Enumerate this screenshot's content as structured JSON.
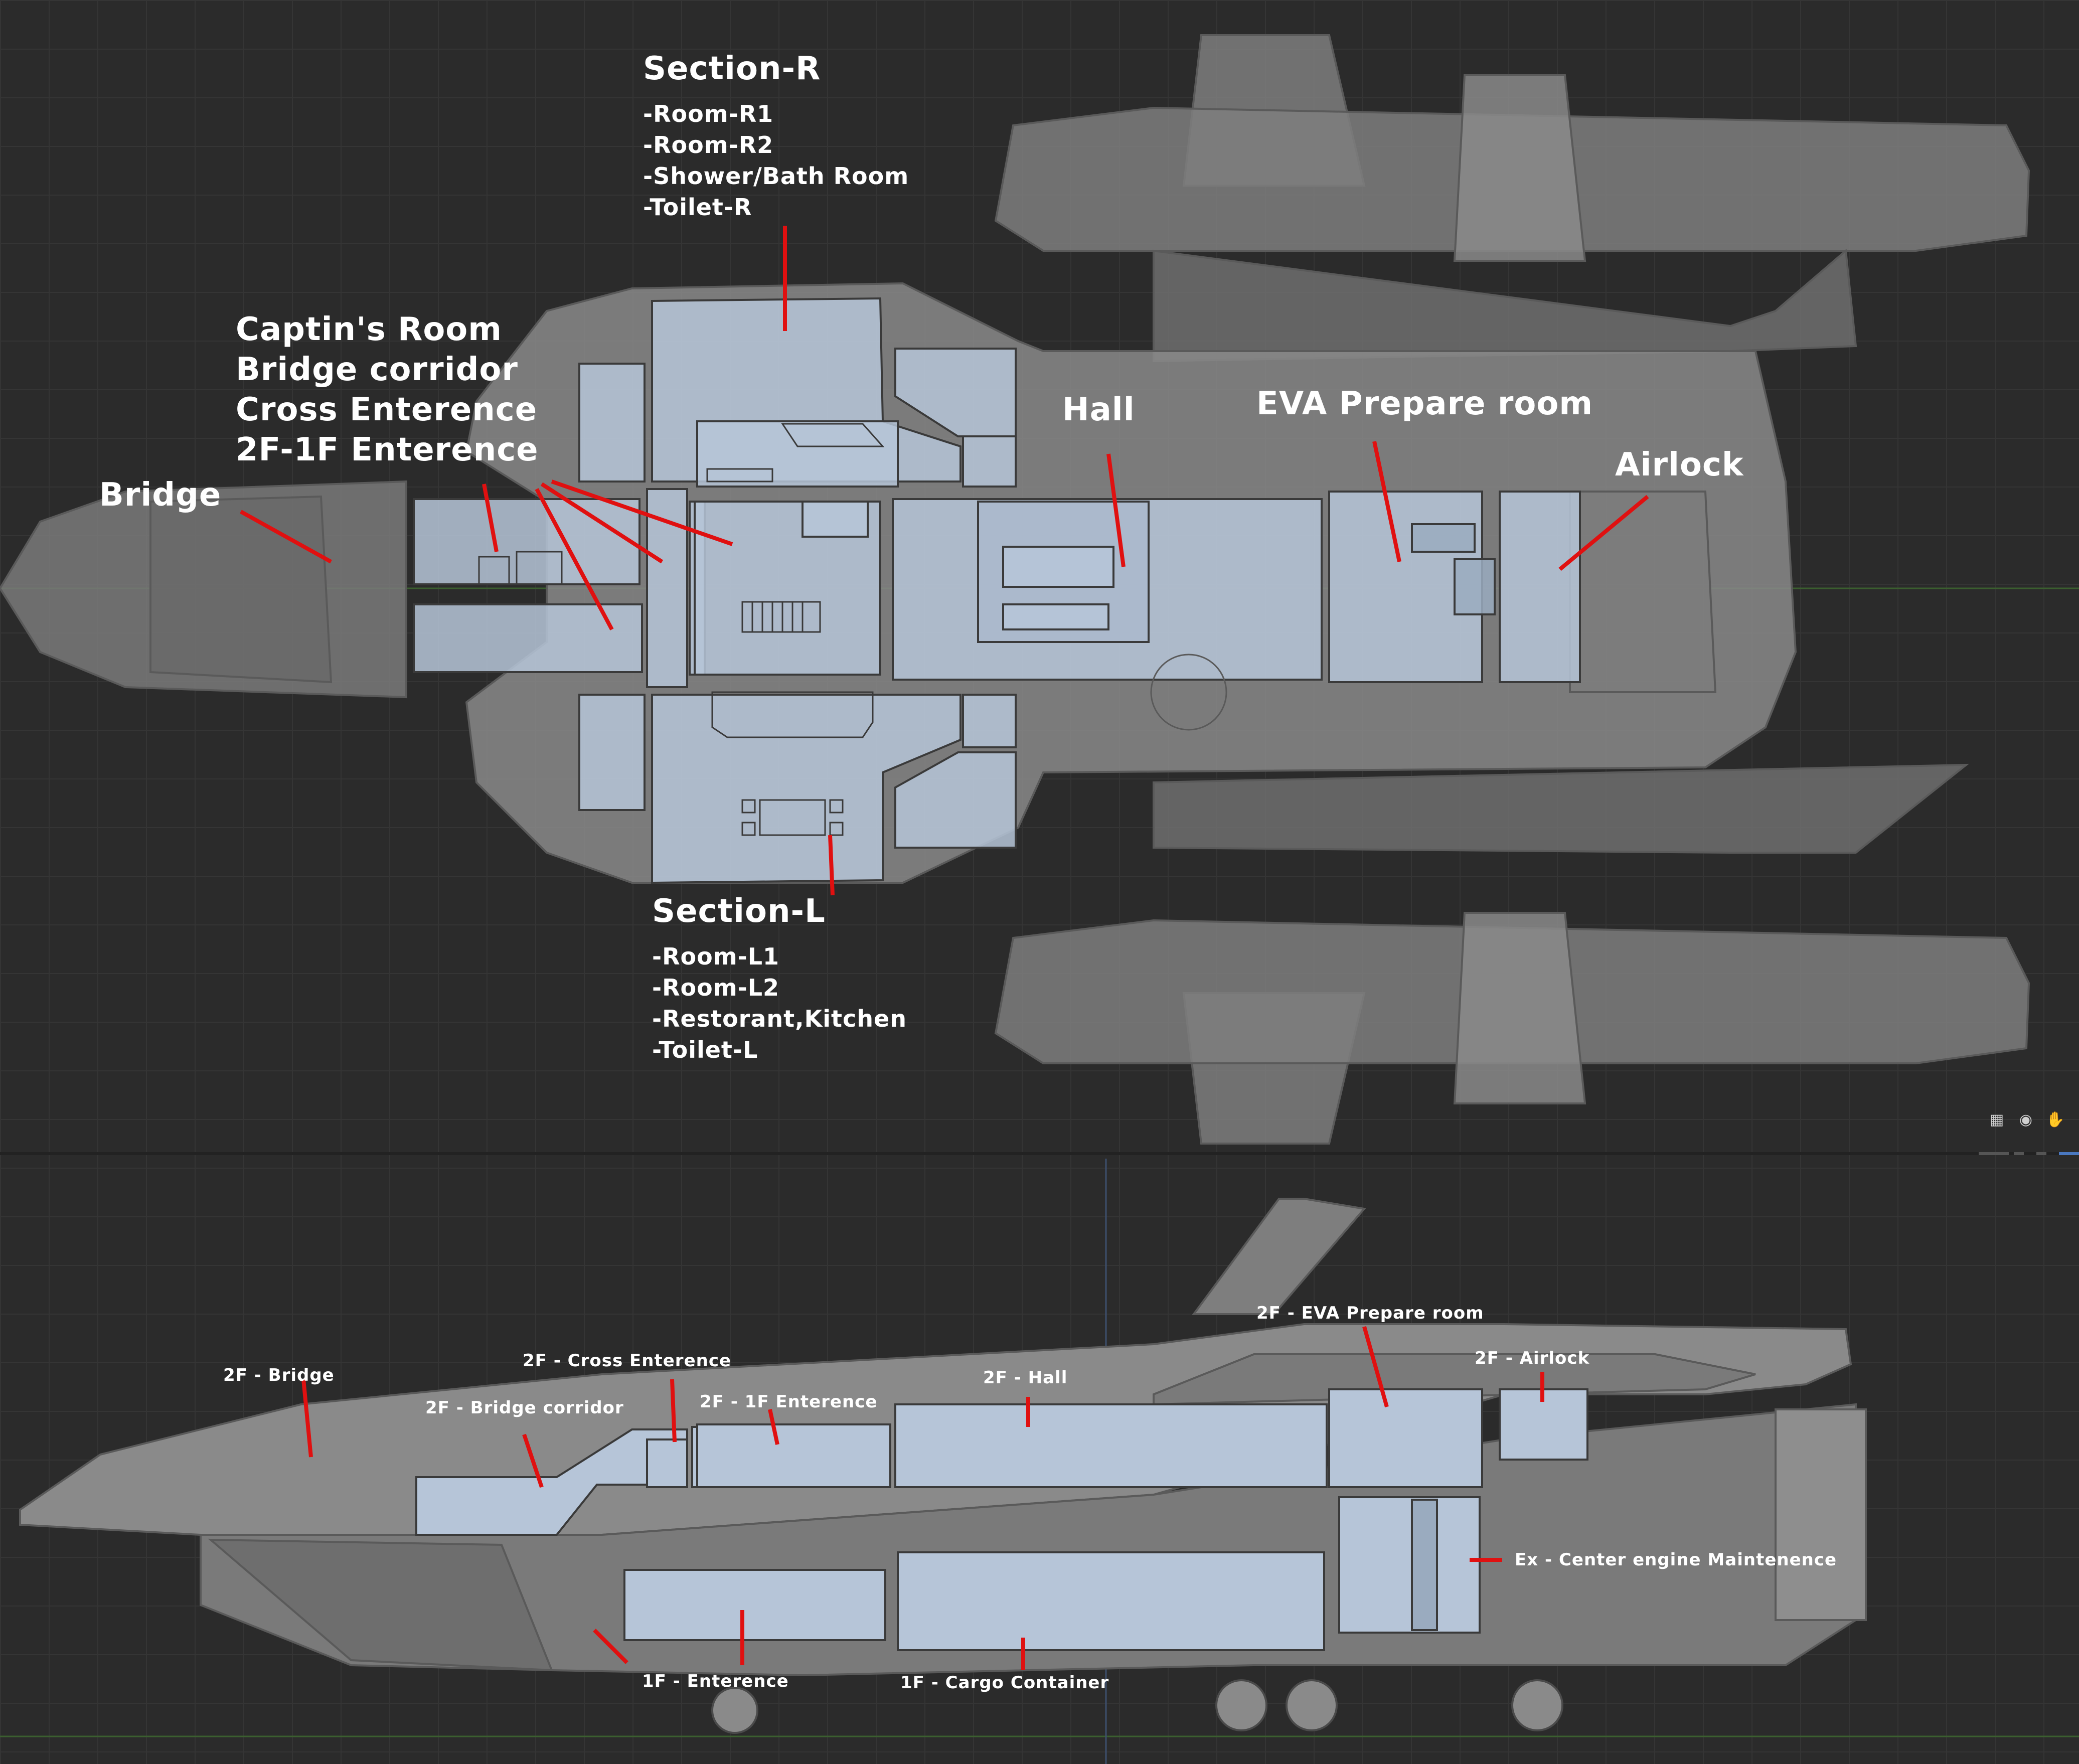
{
  "viewport": {
    "background": "#2b2b2b",
    "grid_color": "#353535",
    "axis_color": "#3b5f2f"
  },
  "colors": {
    "hull": "#7a7a7a",
    "hull_light": "#8e8e8e",
    "hull_dark": "#5e5e5e",
    "room": "#b6c5d8",
    "room_line": "#3a3a3a",
    "leader": "#e01010",
    "label": "#ffffff"
  },
  "top_view": {
    "labels": {
      "section_r": "Section-R",
      "section_l": "Section-L",
      "captain_group": [
        "Captin's Room",
        "Bridge corridor",
        "Cross Enterence",
        "2F-1F Enterence"
      ],
      "bridge": "Bridge",
      "hall": "Hall",
      "eva": "EVA Prepare room",
      "airlock": "Airlock"
    },
    "section_r_rooms": [
      "-Room-R1",
      "-Room-R2",
      "-Shower/Bath Room",
      "-Toilet-R"
    ],
    "section_l_rooms": [
      "-Room-L1",
      "-Room-L2",
      "-Restorant,Kitchen",
      "-Toilet-L"
    ]
  },
  "side_view": {
    "labels": {
      "bridge": "2F - Bridge",
      "cross": "2F - Cross Enterence",
      "corridor": "2F - Bridge corridor",
      "enter_2f": "2F - 1F Enterence",
      "hall": "2F - Hall",
      "eva": "2F - EVA Prepare room",
      "airlock": "2F - Airlock",
      "engine": "Ex - Center engine Maintenence",
      "enter_1f": "1F - Enterence",
      "cargo": "1F - Cargo Container"
    }
  },
  "hud_icons": [
    "grid-icon",
    "camera-icon",
    "hand-icon"
  ]
}
